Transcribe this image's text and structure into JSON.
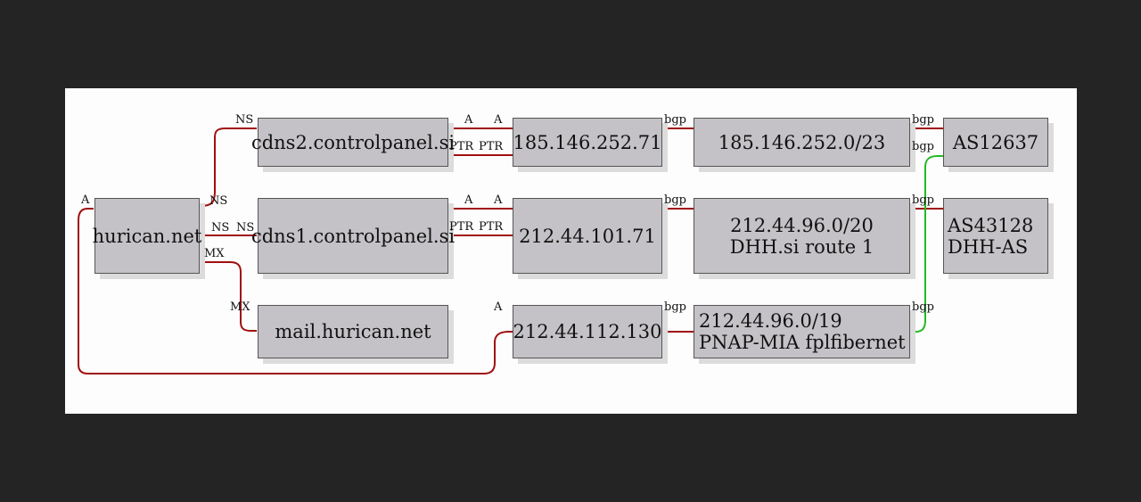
{
  "nodes": {
    "hurican": "hurican.net",
    "cdns2": "cdns2.controlpanel.si",
    "cdns1": "cdns1.controlpanel.si",
    "mail": "mail.hurican.net",
    "ip1": "185.146.252.71",
    "ip2": "212.44.101.71",
    "ip3": "212.44.112.130",
    "net1": "185.146.252.0/23",
    "net2_line1": "212.44.96.0/20",
    "net2_line2": "DHH.si route 1",
    "net3_line1": "212.44.96.0/19",
    "net3_line2": "PNAP-MIA fplfibernet",
    "as1": "AS12637",
    "as2_line1": "AS43128",
    "as2_line2": "DHH-AS"
  },
  "labels": {
    "ns": "NS",
    "mx": "MX",
    "a": "A",
    "ptr": "PTR",
    "bgp": "bgp"
  },
  "colors": {
    "edge_default": "#a01010",
    "edge_highlight": "#22bb22",
    "node_fill": "#c4c2c6"
  }
}
